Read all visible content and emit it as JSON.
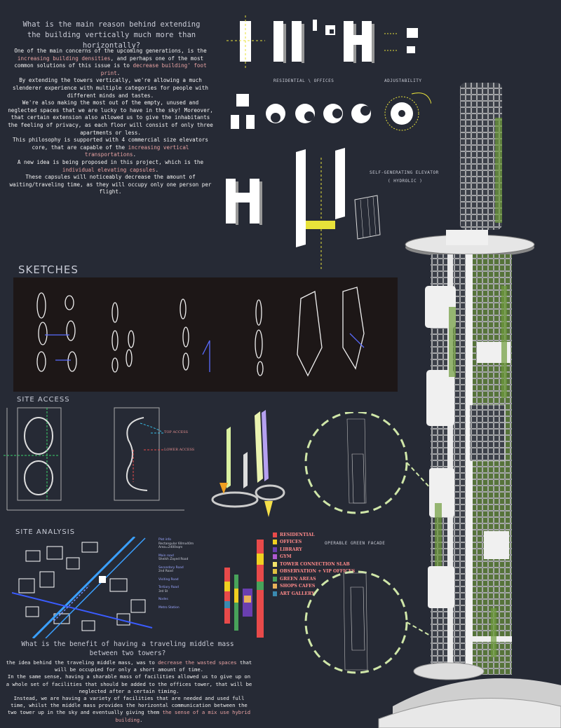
{
  "intro": {
    "question": "What is the main reason behind extending the building vertically much more than horizontally?",
    "paragraphs": [
      [
        {
          "t": "One of the main concerns of the upcoming generations, is the "
        },
        {
          "t": "increasing building densities",
          "h": true
        },
        {
          "t": ", and perhaps one of the most common solutions of this issue is to "
        },
        {
          "t": "decrease building' foot print",
          "h": true
        },
        {
          "t": "."
        }
      ],
      [
        {
          "t": "By extending the towers vertically, we're allowing a much slenderer experience with multiple categories for people with different minds and tastes."
        }
      ],
      [
        {
          "t": "We're also making the most out of the empty, unused and neglected spaces that we are lucky to have in the sky! Moreover, that certain extension also allowed us to give the inhabitants the feeling of privacy, as each floor will consist of only three apartments or less."
        }
      ],
      [
        {
          "t": "This philosophy is supported with 4 commercial size elevators core, that are capable of the "
        },
        {
          "t": "increasing vertical transportations",
          "h": true
        },
        {
          "t": "."
        }
      ],
      [
        {
          "t": "A new idea is being proposed in this project, which is the "
        },
        {
          "t": "individual elevating capsules",
          "h": true
        },
        {
          "t": "."
        }
      ],
      [
        {
          "t": "These capsules will noticeably decrease the amount of waiting/traveling time, as they will occupy only one person per flight."
        }
      ]
    ]
  },
  "diagram_labels": {
    "residential_offices": "RESIDENTIAL \\ OFFICES",
    "adjustability": "ADJUSTABILITY",
    "elevator_line1": "SELF-GENERATING ELEVATOR",
    "elevator_line2": "( HYDROLIC )"
  },
  "sketches": {
    "title": "SKETCHES"
  },
  "site_access": {
    "title": "SITE ACCESS",
    "top_access": "TOP ACCESS",
    "lower_access": "LOWER ACCESS"
  },
  "site_analysis": {
    "title": "SITE ANALYSIS",
    "legend": [
      {
        "label": "Plot info",
        "sub": "Rectangular 60mx40m Area=2400sqm"
      },
      {
        "label": "Main road",
        "sub": "Sheikh Zayed Road"
      },
      {
        "label": "Secondary Road",
        "sub": "2nd Road"
      },
      {
        "label": "Visiting Road",
        "sub": ""
      },
      {
        "label": "Tertiary Road",
        "sub": "3rd St"
      },
      {
        "label": "Nodes",
        "sub": ""
      },
      {
        "label": "Metro Station",
        "sub": ""
      }
    ]
  },
  "program_legend": [
    {
      "label": "RESIDENTIAL",
      "color": "#e84a4a"
    },
    {
      "label": "OFFICES",
      "color": "#f0d020"
    },
    {
      "label": "LIBRARY",
      "color": "#6a3fb0"
    },
    {
      "label": "GYM",
      "color": "#b05ad0"
    },
    {
      "label": "TOWER CONNECTION SLAB",
      "color": "#f2e36a"
    },
    {
      "label": "OBSERVATION + VIP OFFICES",
      "color": "#e0c040"
    },
    {
      "label": "GREEN AREAS",
      "color": "#48a35a"
    },
    {
      "label": "SHOPS CAFES",
      "color": "#e8b25a"
    },
    {
      "label": "ART GALLERY",
      "color": "#3a8ab0"
    }
  ],
  "facade_label": "OPERABLE GREEN FACADE",
  "benefit": {
    "question": "What is the benefit of having a traveling middle mass between two towers?",
    "paragraphs": [
      [
        {
          "t": "the idea behind the traveling middle mass, was to "
        },
        {
          "t": "decrease the wasted spaces",
          "h": true
        },
        {
          "t": " that will be occupied for only a short amount of time."
        }
      ],
      [
        {
          "t": "In the same sense, having a sharable mass of facilities allowed us to give up on a whole set of facilities that should be added to the offices tower, that will be neglected after a certain timing."
        }
      ],
      [
        {
          "t": "Instead, we are having a variety of facilities that are needed and used full time, whilst the middle mass  provides the horizontal communication between the two tower up in the sky and eventually giving them "
        },
        {
          "t": "the sense of a mix use hybrid building",
          "h": true
        },
        {
          "t": "."
        }
      ]
    ]
  },
  "colors": {
    "background": "#262a35",
    "highlight": "#e9a3a3",
    "accent_yellow": "#e8e23a",
    "facade_green": "#6d9b3a",
    "circle_dash": "#cfe6a8"
  }
}
